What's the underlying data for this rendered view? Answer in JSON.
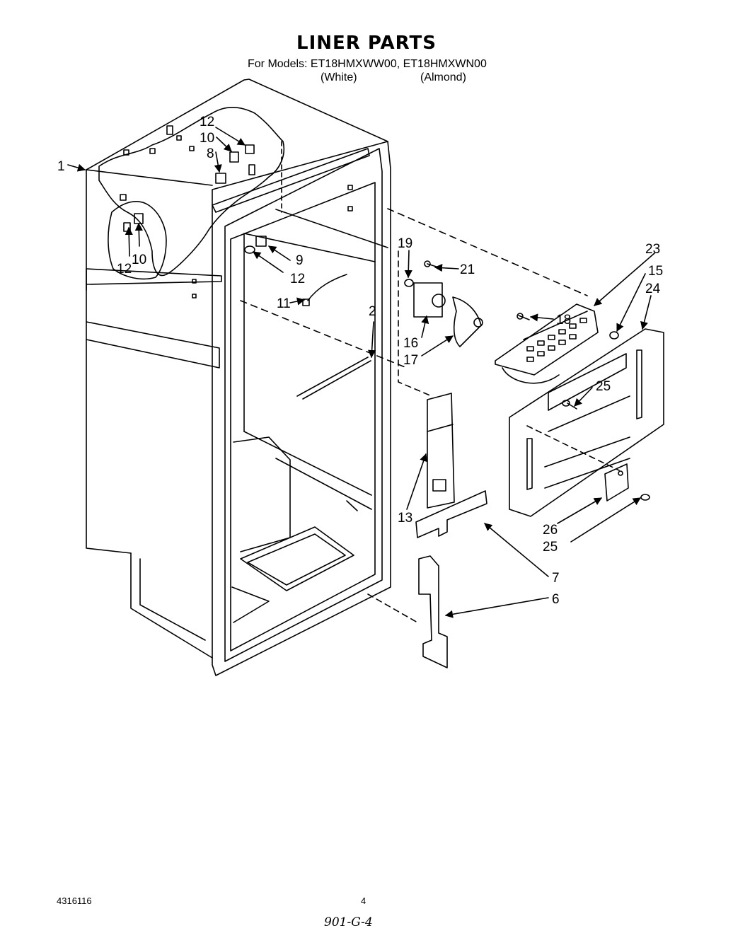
{
  "header": {
    "title": "LINER PARTS",
    "models_line": "For Models: ET18HMXWW00, ET18HMXWN00",
    "color_1": "(White)",
    "color_2": "(Almond)"
  },
  "callouts": {
    "c1": "1",
    "c2": "2",
    "c6": "6",
    "c7": "7",
    "c8": "8",
    "c9": "9",
    "c10a": "10",
    "c10b": "10",
    "c11": "11",
    "c12a": "12",
    "c12b": "12",
    "c12c": "12",
    "c13": "13",
    "c15": "15",
    "c16": "16",
    "c17": "17",
    "c18": "18",
    "c19": "19",
    "c21": "21",
    "c23": "23",
    "c24": "24",
    "c25a": "25",
    "c25b": "25",
    "c26": "26"
  },
  "footer": {
    "doc_number": "4316116",
    "page_number": "4",
    "handwritten": "901-G-4"
  }
}
